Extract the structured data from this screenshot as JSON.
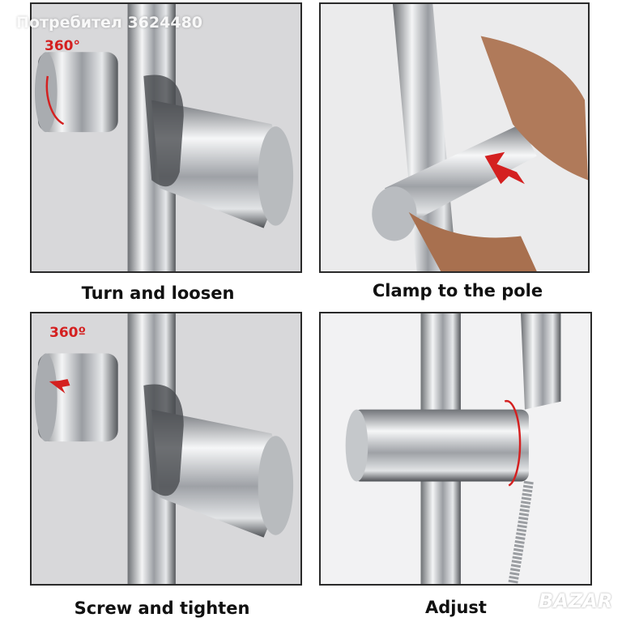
{
  "watermark": "Потребител 3624480",
  "logo": "BAZAR",
  "panels": [
    {
      "caption": "Turn and loosen",
      "badge": "360°"
    },
    {
      "caption": "Clamp to the pole"
    },
    {
      "caption": "Screw and tighten",
      "badge": "360º"
    },
    {
      "caption": "Adjust"
    }
  ],
  "colors": {
    "arrow": "#d42020",
    "chrome": "#c9ccd0",
    "background": "#d8d8da"
  }
}
